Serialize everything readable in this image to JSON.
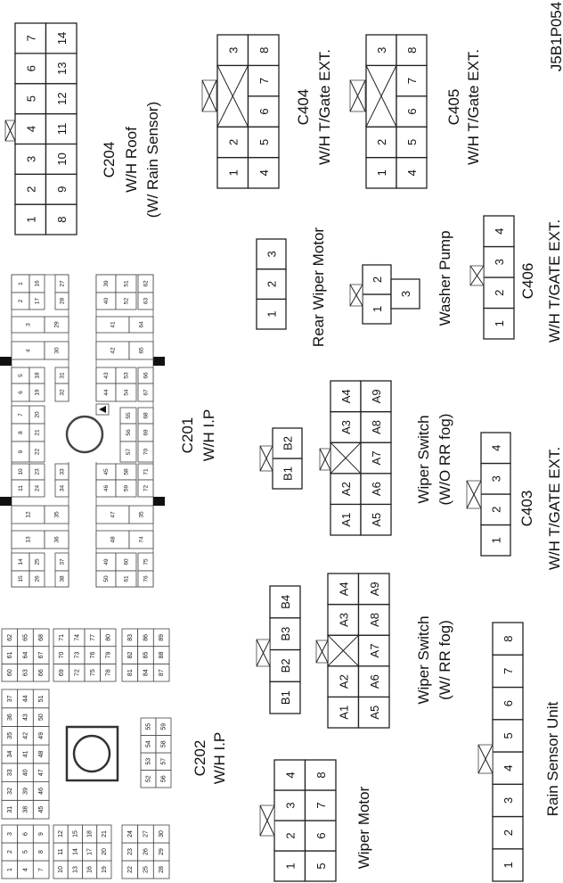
{
  "figure_id": "J5B1P054",
  "labels": {
    "c202": [
      "C202",
      "W/H I.P"
    ],
    "c201": [
      "C201",
      "W/H I.P"
    ],
    "c204": [
      "C204",
      "W/H Roof",
      "(W/ Rain Sensor)"
    ],
    "wiper_motor": "Wiper Motor",
    "rain_sensor": "Rain Sensor Unit",
    "wiper_switch_rr": [
      "Wiper Switch",
      "(W/ RR fog)"
    ],
    "wiper_switch_no_rr": [
      "Wiper Switch",
      "(W/O RR fog)"
    ],
    "c403": [
      "C403",
      "W/H T/GATE  EXT."
    ],
    "c406": [
      "C406",
      "W/H T/GATE EXT."
    ],
    "c404": [
      "C404",
      "W/H T/Gate EXT."
    ],
    "c405": [
      "C405",
      "W/H T/Gate EXT."
    ],
    "rear_wiper_motor": "Rear Wiper Motor",
    "washer_pump": "Washer Pump"
  },
  "connectors": {
    "wiper_motor": [
      [
        "1",
        "2",
        "3",
        "4"
      ],
      [
        "5",
        "6",
        "7",
        "8"
      ]
    ],
    "rain_sensor": [
      [
        "1",
        "2",
        "3",
        "4",
        "5",
        "6",
        "7",
        "8"
      ]
    ],
    "ws_rr_b": [
      [
        "B1",
        "B2",
        "B3",
        "B4"
      ]
    ],
    "ws_rr_a": [
      [
        "A1",
        "A2",
        null,
        "A3",
        "A4"
      ],
      [
        "A5",
        "A6",
        "A7",
        "A8",
        "A9"
      ]
    ],
    "ws_norr_b": [
      [
        "B1",
        "B2"
      ]
    ],
    "ws_norr_a": [
      [
        "A1",
        "A2",
        null,
        "A3",
        "A4"
      ],
      [
        "A5",
        "A6",
        "A7",
        "A8",
        "A9"
      ]
    ],
    "c403": [
      [
        "1",
        "2",
        "3",
        "4"
      ]
    ],
    "c406": [
      [
        "1",
        "2",
        "3",
        "4"
      ]
    ],
    "rear_wiper": [
      [
        "1",
        "2",
        "3"
      ]
    ],
    "c404": [
      [
        "1",
        "2",
        null,
        null,
        "3"
      ],
      [
        "4",
        "5",
        "6",
        "7",
        "8"
      ]
    ],
    "c405": [
      [
        "1",
        "2",
        null,
        null,
        "3"
      ],
      [
        "4",
        "5",
        "6",
        "7",
        "8"
      ]
    ],
    "c204": [
      [
        "1",
        "2",
        "3",
        "4",
        "5",
        "6",
        "7"
      ],
      [
        "8",
        "9",
        "10",
        "11",
        "12",
        "13",
        "14"
      ]
    ],
    "washer_pump": [
      "1",
      "2",
      "3"
    ],
    "c202": [
      [
        [
          "1",
          "2",
          "3"
        ],
        [
          "4",
          "5",
          "6"
        ],
        [
          "7",
          "8",
          "9"
        ]
      ],
      [
        [
          "10",
          "11",
          "12"
        ],
        [
          "13",
          "14",
          "15"
        ],
        [
          "16",
          "17",
          "18"
        ],
        [
          "19",
          "20",
          "21"
        ]
      ],
      [
        [
          "22",
          "23",
          "24"
        ],
        [
          "25",
          "26",
          "27"
        ],
        [
          "28",
          "29",
          "30"
        ]
      ],
      [
        [
          "31",
          "32",
          "33",
          "34",
          "35",
          "36",
          "37"
        ],
        [
          "38",
          "39",
          "40",
          "41",
          "42",
          "43",
          "44"
        ],
        [
          "45",
          "46",
          "47",
          "48",
          "49",
          "50",
          "51"
        ]
      ],
      [
        [
          "52",
          "53",
          "54",
          "55"
        ],
        [
          "56",
          "57",
          "58",
          "59"
        ]
      ],
      [
        [
          "60",
          "61",
          "62"
        ],
        [
          "63",
          "64",
          "65"
        ],
        [
          "66",
          "67",
          "68"
        ]
      ],
      [
        [
          "69",
          "70",
          "71"
        ],
        [
          "72",
          "73",
          "74"
        ],
        [
          "75",
          "76",
          "77"
        ],
        [
          "78",
          "79",
          "80"
        ]
      ],
      [
        [
          "81",
          "82",
          "83"
        ],
        [
          "84",
          "85",
          "86"
        ],
        [
          "87",
          "88",
          "89"
        ]
      ]
    ],
    "c201": [
      "1",
      "16",
      "27",
      "2",
      "17",
      "28",
      "3",
      "29",
      "4",
      "30",
      "5",
      "18",
      "31",
      "6",
      "19",
      "32",
      "7",
      "20",
      "8",
      "21",
      "9",
      "22",
      "10",
      "23",
      "33",
      "11",
      "24",
      "34",
      "12",
      "35",
      "13",
      "36",
      "14",
      "25",
      "37",
      "15",
      "26",
      "38",
      "39",
      "51",
      "62",
      "40",
      "52",
      "63",
      "41",
      "64",
      "42",
      "65",
      "43",
      "53",
      "66",
      "44",
      "54",
      "67",
      "55",
      "68",
      "56",
      "69",
      "57",
      "70",
      "45",
      "58",
      "71",
      "46",
      "59",
      "72",
      "47",
      "35",
      "48",
      "74",
      "49",
      "60",
      "75",
      "50",
      "61",
      "76"
    ]
  }
}
